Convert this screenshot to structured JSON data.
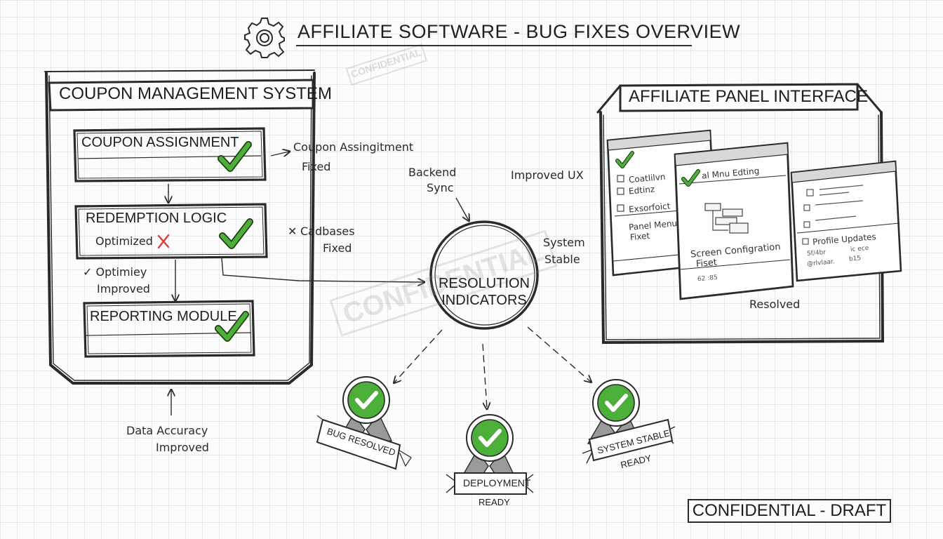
{
  "title": "AFFILIATE SOFTWARE - BUG FIXES OVERVIEW",
  "watermark": "CONFIDENTIAL",
  "footer_stamp": "CONFIDENTIAL - DRAFT",
  "colors": {
    "check_green": "#4caf3a",
    "error_red": "#e0393e",
    "ink": "#2a2a2a"
  },
  "icons": {
    "title": "gear-icon",
    "check": "check-icon",
    "badge": "check-badge-icon",
    "error": "x-mark-icon"
  },
  "coupon_panel": {
    "header": "COUPON MANAGEMENT SYSTEM",
    "boxes": [
      {
        "label": "COUPON ASSIGNMENT",
        "sub": ""
      },
      {
        "label": "REDEMPTION LOGIC",
        "sub": "Optimized"
      },
      {
        "label": "REPORTING MODULE",
        "sub": ""
      }
    ],
    "side_note": {
      "mark": "✓",
      "line1": "Optimiey",
      "line2": "Improved"
    },
    "bottom_note": {
      "line1": "Data Accuracy",
      "line2": "Improved"
    }
  },
  "annotations": {
    "coupon_fixed": {
      "line1": "Coupon Assingitment",
      "line2": "Fixed"
    },
    "codebases": {
      "line1": "Cadbases",
      "line2": "Fixed"
    },
    "backend": {
      "line1": "Backend",
      "line2": "Sync"
    },
    "improved_ux": "Improved UX",
    "system_stable": {
      "line1": "System",
      "line2": "Stable"
    },
    "resolved": "Resolved"
  },
  "resolution": {
    "line1": "RESOLUTION",
    "line2": "INDICATORS"
  },
  "badges": [
    {
      "line1": "BUG RESOLVED",
      "line2": ""
    },
    {
      "line1": "DEPLOYMENT",
      "line2": "READY"
    },
    {
      "line1": "SYSTEM STABLE",
      "line2": "READY"
    }
  ],
  "affiliate_panel": {
    "header": "AFFILIATE PANEL INTERFACE",
    "screen1": {
      "items": [
        "Coatlilvn",
        "Edtinz",
        "Exsorfoict"
      ],
      "footer_line1": "Panel Menu",
      "footer_line2": "Fixet"
    },
    "screen2": {
      "title": "al Mnu Edting",
      "caption_line1": "Screen Configration",
      "caption_line2": "Fiset",
      "footer": "62 :85"
    },
    "screen3": {
      "caption": "Profile Updates",
      "meta1": "5f/4br",
      "meta2": "ic ece",
      "meta3": "@rlvlaar.",
      "meta4": "b15"
    }
  }
}
